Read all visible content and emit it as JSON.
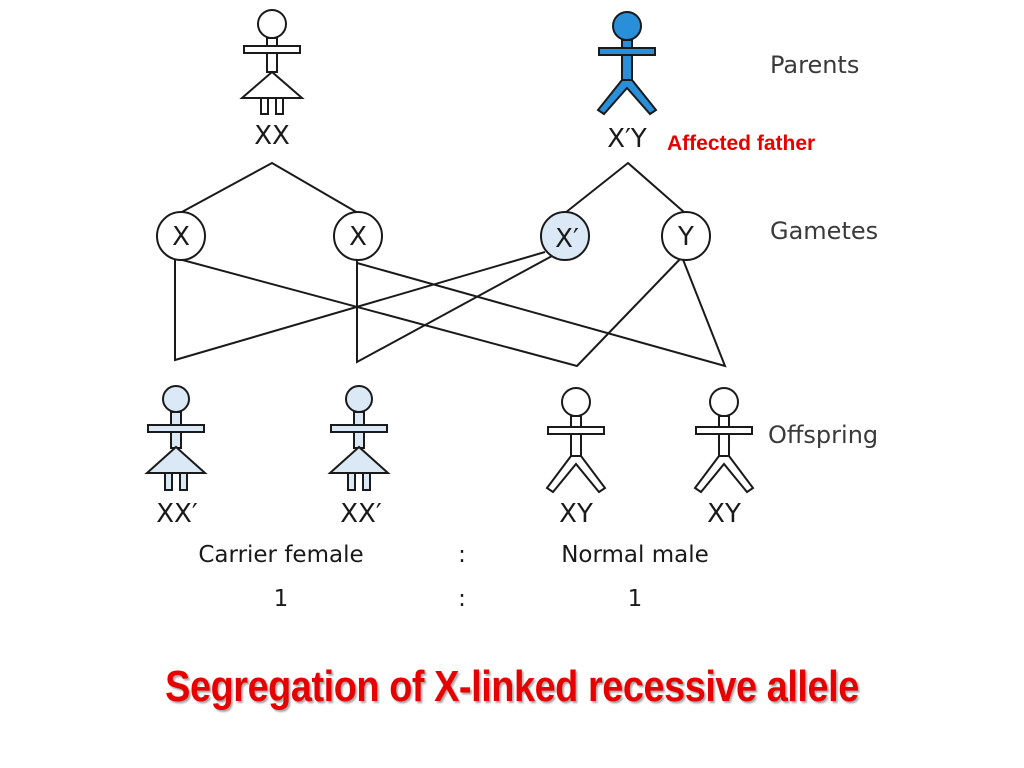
{
  "colors": {
    "affected_blue": "#2a8fd9",
    "carrier_lightblue": "#dbe9f7",
    "normal_white": "#ffffff",
    "line": "#1a1a1a",
    "accent_red": "#e60000"
  },
  "row_labels": {
    "parents": "Parents",
    "gametes": "Gametes",
    "offspring": "Offspring"
  },
  "parents": {
    "mother": {
      "genotype": "XX",
      "icon": "female-figure-icon"
    },
    "father": {
      "genotype": "X′Y",
      "icon": "male-figure-icon",
      "annotation": "Affected father"
    }
  },
  "gametes": [
    {
      "label": "X",
      "from": "mother"
    },
    {
      "label": "X",
      "from": "mother"
    },
    {
      "label": "X′",
      "from": "father"
    },
    {
      "label": "Y",
      "from": "father"
    }
  ],
  "offspring": [
    {
      "genotype": "XX′",
      "sex": "female"
    },
    {
      "genotype": "XX′",
      "sex": "female"
    },
    {
      "genotype": "XY",
      "sex": "male"
    },
    {
      "genotype": "XY",
      "sex": "male"
    }
  ],
  "ratio": {
    "left_label": "Carrier female",
    "separator": ":",
    "right_label": "Normal male",
    "left_value": "1",
    "right_value": "1"
  },
  "title": "Segregation of X-linked recessive allele"
}
